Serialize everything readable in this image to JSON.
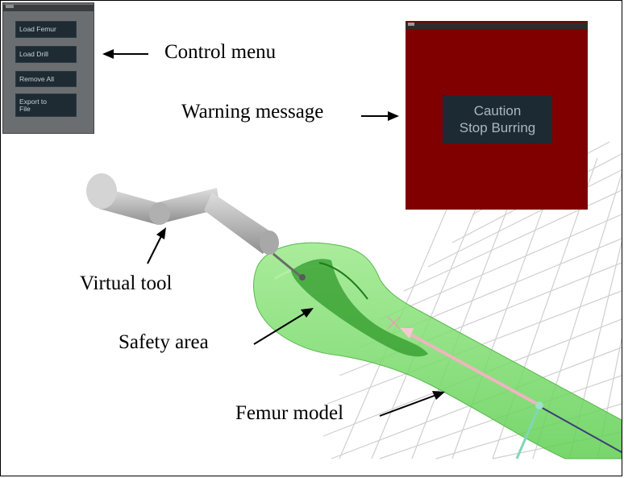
{
  "control_menu": {
    "buttons": [
      {
        "label": "Load Femur"
      },
      {
        "label": "Load Drill"
      },
      {
        "label": "Remove All"
      },
      {
        "label": "Export to\nFile"
      }
    ]
  },
  "warning_window": {
    "line1": "Caution",
    "line2": "Stop Burring",
    "background": "#800000"
  },
  "annotations": {
    "control_menu": "Control menu",
    "warning_message": "Warning message",
    "virtual_tool": "Virtual tool",
    "safety_area": "Safety area",
    "femur_model": "Femur model"
  },
  "colors": {
    "femur": "#7ddc6a",
    "safety_area": "#2f9a2a",
    "tool": "#b7b7b7",
    "grid": "#cfcfcf",
    "arrow_pink": "#f0b4c0"
  }
}
